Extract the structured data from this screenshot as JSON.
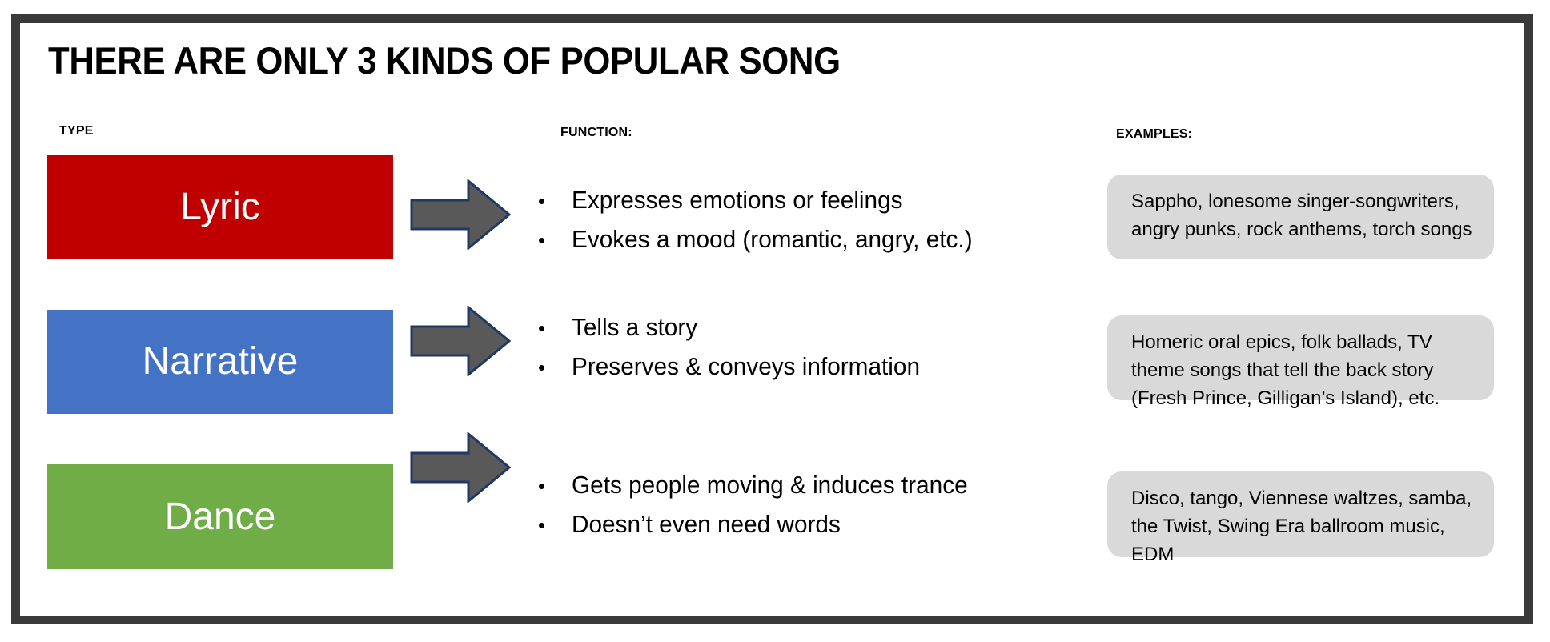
{
  "slide": {
    "title": "THERE ARE ONLY 3 KINDS OF POPULAR SONG",
    "frame_color": "#3a3a3a",
    "background": "#ffffff"
  },
  "columns": {
    "type_header": "TYPE",
    "function_header": "FUNCTION:",
    "examples_header": "EXAMPLES:"
  },
  "rows": [
    {
      "type_label": "Lyric",
      "type_color": "#c00000",
      "arrow_icon": "right-arrow-icon",
      "function_bullets": [
        "Expresses emotions or feelings",
        "Evokes a mood (romantic, angry, etc.)"
      ],
      "examples": "Sappho, lonesome singer-songwriters, angry punks, rock anthems, torch songs"
    },
    {
      "type_label": "Narrative",
      "type_color": "#4472c4",
      "arrow_icon": "right-arrow-icon",
      "function_bullets": [
        "Tells a story",
        "Preserves & conveys information"
      ],
      "examples": "Homeric oral epics, folk ballads, TV theme songs that tell the back story (Fresh Prince, Gilligan’s Island), etc."
    },
    {
      "type_label": "Dance",
      "type_color": "#70ad47",
      "arrow_icon": "right-arrow-icon",
      "function_bullets": [
        "Gets people moving & induces trance",
        "Doesn’t even need words"
      ],
      "examples": "Disco, tango, Viennese waltzes, samba, the Twist, Swing Era ballroom music, EDM"
    }
  ],
  "bullet_glyph": "•",
  "colors": {
    "arrow_fill": "#595959",
    "arrow_stroke": "#1f3864",
    "example_box_fill": "#d9d9d9",
    "text": "#000000"
  }
}
